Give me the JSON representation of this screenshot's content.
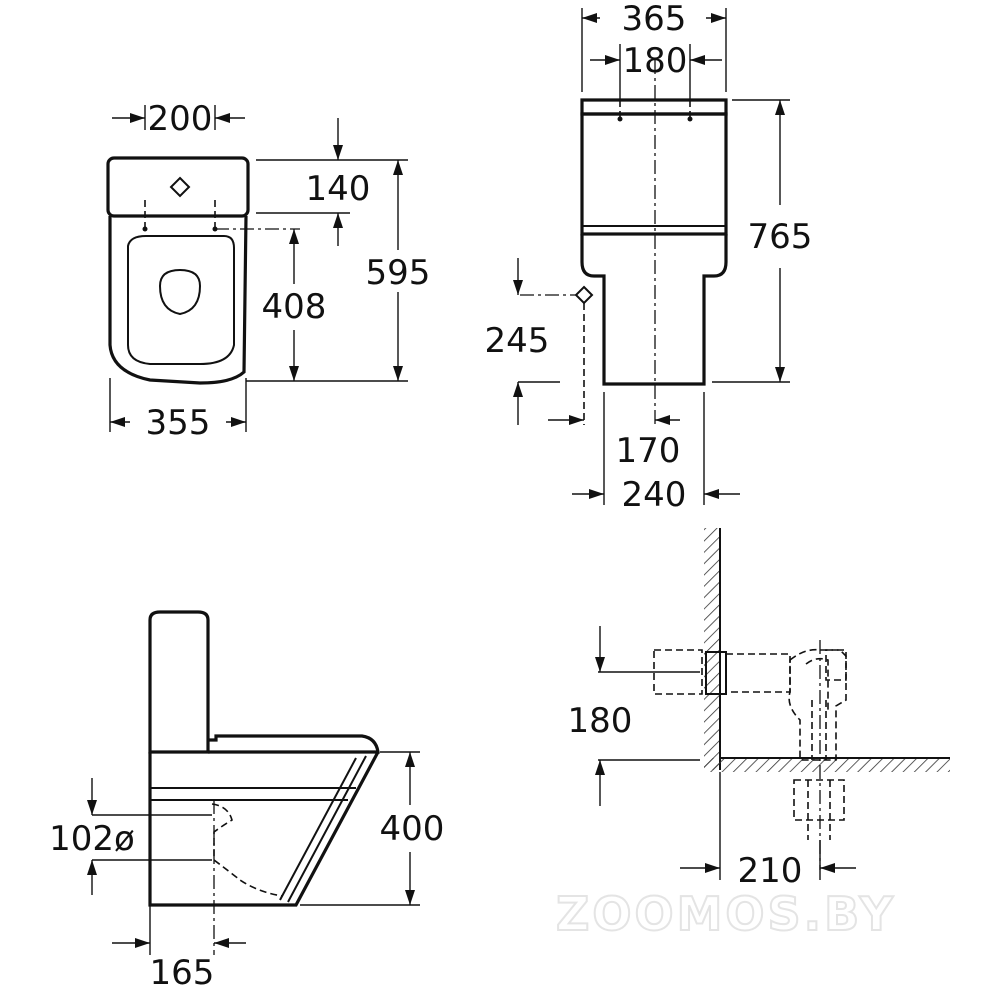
{
  "top_view": {
    "width_bowl": "355",
    "width_holes": "200",
    "depth_total": "595",
    "depth_cistern": "140",
    "depth_seat": "408"
  },
  "front_view": {
    "height_total": "765",
    "width_cistern": "365",
    "width_holes": "180",
    "inlet_height": "245",
    "base_width": "240",
    "inlet_offset": "170"
  },
  "side_view": {
    "outlet_diameter": "102ø",
    "seat_height": "400",
    "outlet_offset": "165"
  },
  "install_view": {
    "pipe_height": "180",
    "wall_offset": "210"
  },
  "watermark": "ZOOMOS.BY"
}
